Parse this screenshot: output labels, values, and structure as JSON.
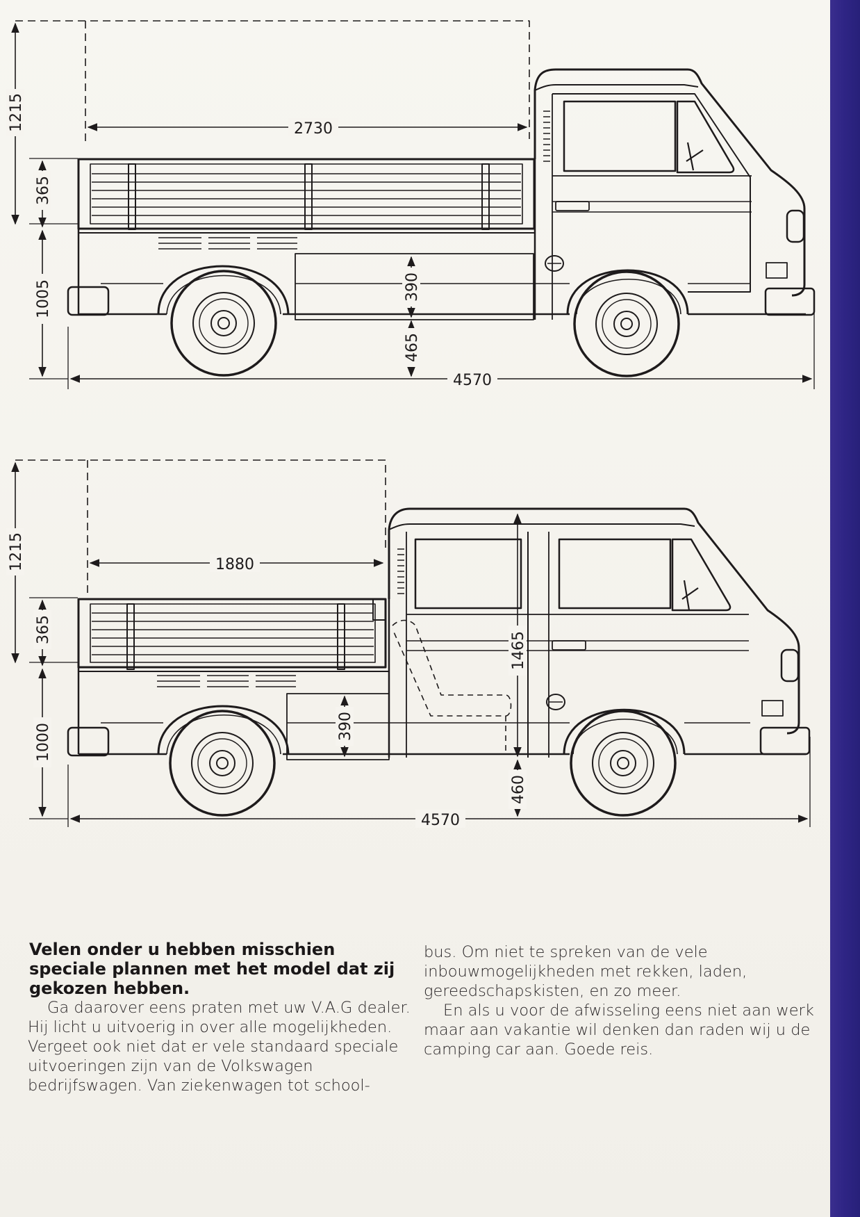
{
  "drawing_top": {
    "dim_cargo_length": "2730",
    "dim_overall_length": "4570",
    "dim_height_upper": "1215",
    "dim_side_height": "365",
    "dim_floor_height": "1005",
    "dim_bed_depth": "390",
    "dim_ground_clearance": "465"
  },
  "drawing_bottom": {
    "dim_cargo_length": "1880",
    "dim_overall_length": "4570",
    "dim_height_upper": "1215",
    "dim_side_height": "365",
    "dim_floor_height": "1000",
    "dim_bed_depth": "390",
    "dim_cab_height": "1465",
    "dim_ground_clearance": "460"
  },
  "text": {
    "heading": "Velen onder u hebben misschien speciale plannen met het model dat zij gekozen hebben.",
    "left_paragraph": "Ga daarover eens praten met uw V.A.G dealer. Hij licht u uitvoerig in over alle mogelijkheden. Vergeet ook niet dat er vele standaard speciale uitvoeringen zijn van de Volkswagen bedrijfswagen. Van ziekenwagen tot school-",
    "right_paragraph_1": "bus. Om niet te spreken van de vele inbouwmogelijkheden met rekken, laden, gereedschapskisten, en zo meer.",
    "right_paragraph_2": "En als u voor de afwisseling eens niet aan werk maar aan vakantie wil denken dan raden wij u de camping car aan. Goede reis."
  }
}
